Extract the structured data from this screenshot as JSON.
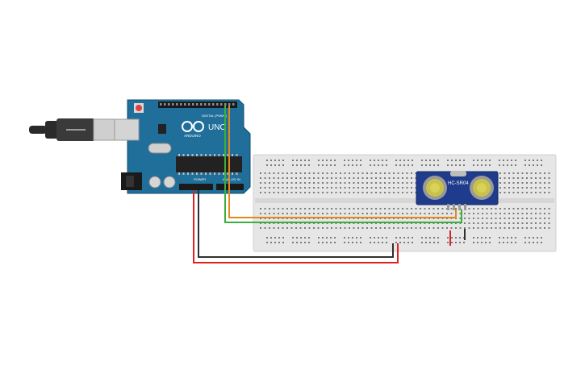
{
  "colors": {
    "arduino_board": "#1f6f9a",
    "breadboard": "#e6e6e6",
    "sensor_board": "#1f3b8c",
    "wire_red": "#e02020",
    "wire_black": "#303030",
    "wire_green": "#3cae3c",
    "wire_orange": "#e08a1e"
  },
  "arduino": {
    "logo_text": "UNO",
    "brand": "ARDUINO",
    "digital_header_label": "DIGITAL (PWM~)",
    "power_label": "POWER",
    "analog_label": "ANALOG IN"
  },
  "sensor": {
    "model": "HC-SR04"
  },
  "icons": {
    "usb_cable": "usb-cable-icon",
    "reset_button": "reset-button-icon"
  }
}
